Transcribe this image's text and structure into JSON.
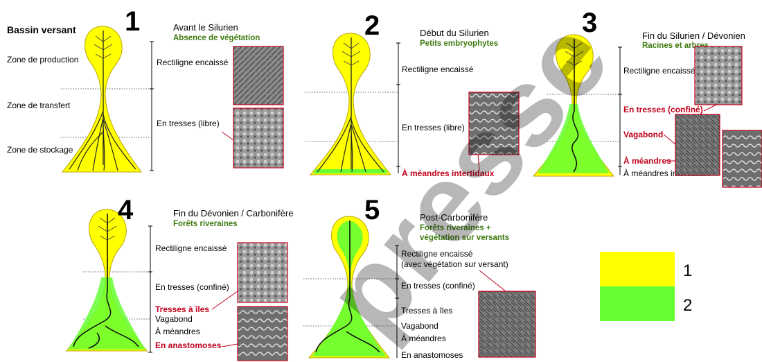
{
  "basin_title": "Bassin versant",
  "zones": [
    "Zone de production",
    "Zone de transfert",
    "Zone de stockage"
  ],
  "panels": [
    {
      "num": "1",
      "title": "Avant le Silurien",
      "subtitle": "Absence de végétation",
      "labels": [
        "Rectiligne encaissé",
        "En tresses (libre)"
      ]
    },
    {
      "num": "2",
      "title": "Début du Silurien",
      "subtitle": "Petits embryophytes",
      "labels": [
        "Rectiligne encaissé",
        "En tresses (libre)",
        "À méandres intertidaux"
      ]
    },
    {
      "num": "3",
      "title": "Fin du Silurien / Dévonien",
      "subtitle": "Racines et arbres",
      "labels": [
        "Rectiligne encaissé",
        "En tresses (confiné)",
        "Vagabond",
        "À méandres",
        "À méandres intertidaux"
      ]
    },
    {
      "num": "4",
      "title": "Fin du Dévonien / Carbonifère",
      "subtitle": "Forêts riveraines",
      "labels": [
        "Rectiligne encaissé",
        "En tresses (confiné)",
        "Tresses à îles",
        "Vagabond",
        "À méandres",
        "En anastomoses"
      ]
    },
    {
      "num": "5",
      "title": "Post-Carbonifère",
      "subtitle": [
        "Forêts riveraines +",
        "végétation sur versants"
      ],
      "labels": [
        "Rectiligne encaissé",
        "(avec végétation sur versant)",
        "En tresses (confiné)",
        "Tresses à îles",
        "Vagabond",
        "À méandres",
        "En anastomoses"
      ]
    }
  ],
  "legend": [
    {
      "label": "1",
      "color": "#ffff00"
    },
    {
      "label": "2",
      "color": "#66ff33"
    }
  ],
  "watermark": "presse",
  "colors": {
    "accent_red": "#c0001a",
    "subtitle_green": "#3d7a0f",
    "basin_yellow": "#ffff00",
    "veg_green": "#66ff33"
  }
}
